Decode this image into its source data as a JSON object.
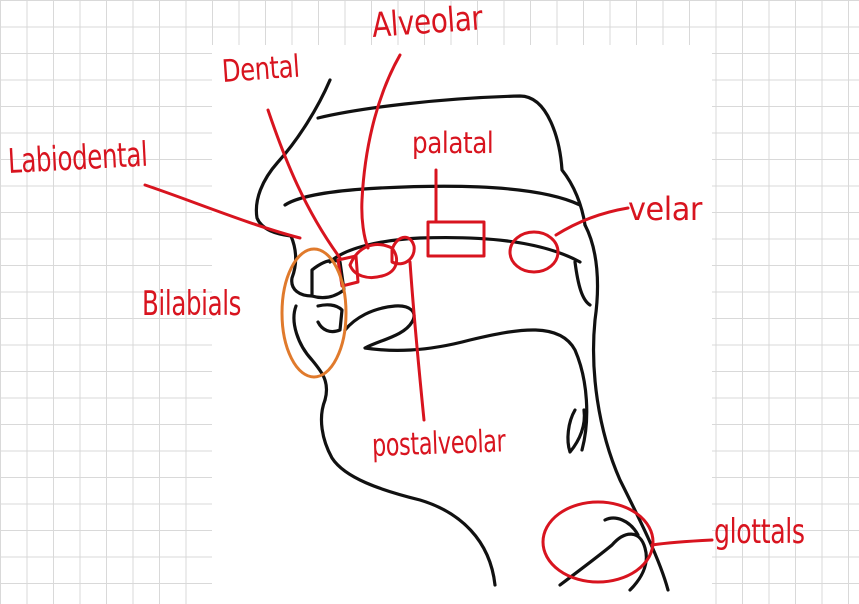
{
  "labels": {
    "dental": "Dental",
    "alveolar": "Alveolar",
    "palatal": "palatal",
    "labiodental": "Labiodental",
    "velar": "velar",
    "bilabials": "Bilabials",
    "postalveolar": "postalveolar",
    "glottals": "glottals"
  },
  "colors": {
    "annotation": "#d8141f",
    "bilabial_highlight": "#e07a2c",
    "outline": "#111111",
    "grid": "#d9d9d9",
    "panel": "#ffffff"
  }
}
